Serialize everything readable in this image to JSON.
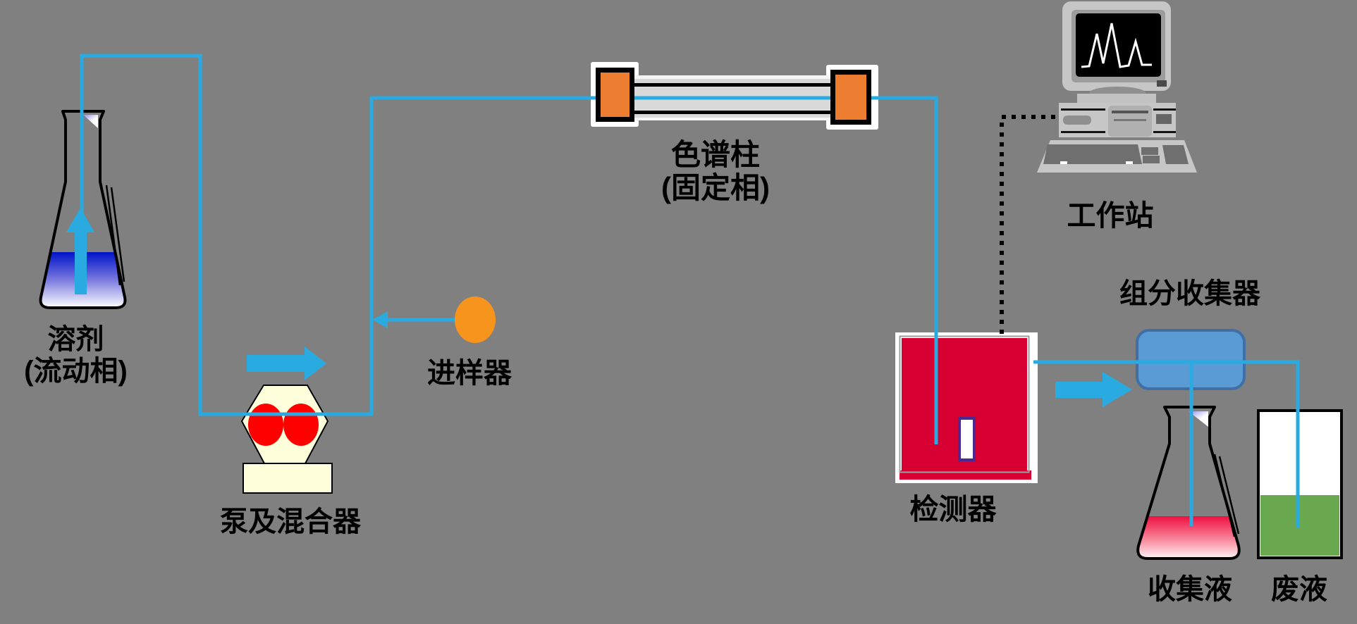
{
  "diagram_title": "HPLC liquid chromatography system flow diagram",
  "background_color": "#808080",
  "colors": {
    "tube": "#29ABE2",
    "arrow": "#29ABE2",
    "injector_orange": "#F7941D",
    "cap_orange": "#ED7D31",
    "pump_cream": "#FFFFDC",
    "pump_rotor_red": "#FF0000",
    "detector_red": "#D80032",
    "cuvette_border": "#4B2991",
    "collector_blue": "#5B9BD5",
    "collector_border": "#3F6FA5",
    "waste_green": "#6AA84F",
    "solvent_liquid_top": "#0013C8",
    "collect_liquid_top": "#EE1040",
    "column_body_gray": "#D9D9D9",
    "computer_gray": "#C6C6C6",
    "screen_black": "#000000",
    "trace_white": "#FFFFFF"
  },
  "components": {
    "solvent": {
      "label1": "溶剂",
      "label2": "(流动相)"
    },
    "pump": {
      "label": "泵及混合器"
    },
    "injector": {
      "label": "进样器"
    },
    "column": {
      "label1": "色谱柱",
      "label2": "(固定相)"
    },
    "workstation": {
      "label": "工作站"
    },
    "detector": {
      "label": "检测器"
    },
    "fraction_collector": {
      "label": "组分收集器"
    },
    "collection_flask": {
      "label": "收集液"
    },
    "waste_container": {
      "label": "废液"
    }
  }
}
